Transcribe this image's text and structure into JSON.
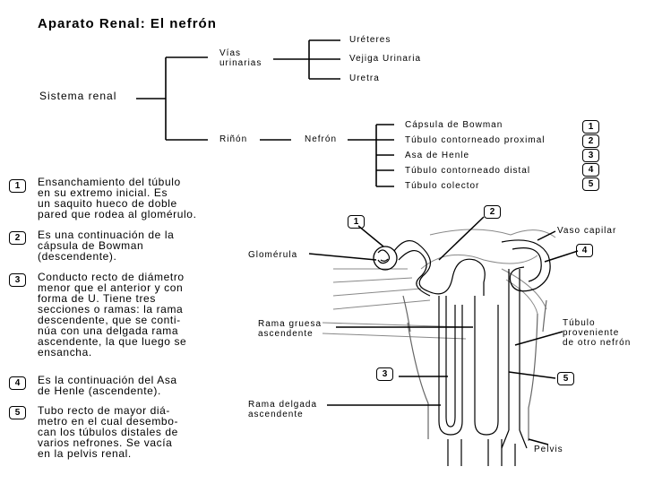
{
  "title": "Aparato Renal: El nefrón",
  "tree": {
    "root": "Sistema renal",
    "vias": "Vías\nurinarias",
    "vias_children": [
      "Uréteres",
      "Vejiga Urinaria",
      "Uretra"
    ],
    "rinon": "Riñón",
    "nefron": "Nefrón",
    "nefron_parts": [
      {
        "n": "1",
        "label": "Cápsula de Bowman"
      },
      {
        "n": "2",
        "label": "Túbulo contorneado proximal"
      },
      {
        "n": "3",
        "label": "Asa de Henle"
      },
      {
        "n": "4",
        "label": "Túbulo contorneado distal"
      },
      {
        "n": "5",
        "label": "Túbulo colector"
      }
    ]
  },
  "descriptions": [
    {
      "n": "1",
      "text": "Ensanchamiento del túbulo\nen su extremo inicial. Es\nun saquito hueco de doble\npared que rodea al glomérulo."
    },
    {
      "n": "2",
      "text": "Es una continuación de la\ncápsula de Bowman\n(descendente)."
    },
    {
      "n": "3",
      "text": "Conducto recto de diámetro\nmenor que el anterior y con\nforma de U. Tiene tres\nsecciones o ramas: la rama\ndescendente, que se conti-\nnúa con una delgada rama\nascendente, la que luego se\nensancha."
    },
    {
      "n": "4",
      "text": "Es la continuación del Asa\nde Henle (ascendente)."
    },
    {
      "n": "5",
      "text": "Tubo recto de mayor diá-\nmetro en el cual desembo-\ncan los túbulos distales de\nvarios nefrones. Se vacía\nen la pelvis renal."
    }
  ],
  "figure": {
    "glomerulo": "Glomérula",
    "vaso_capilar": "Vaso capilar",
    "rama_gruesa": "Rama gruesa\nascendente",
    "tubulo_proveniente": "Túbulo\nproveniente\nde otro nefrón",
    "rama_delgada": "Rama delgada\nascendente",
    "pelvis": "Pelvis",
    "badges": [
      "1",
      "2",
      "3",
      "4",
      "5"
    ]
  }
}
